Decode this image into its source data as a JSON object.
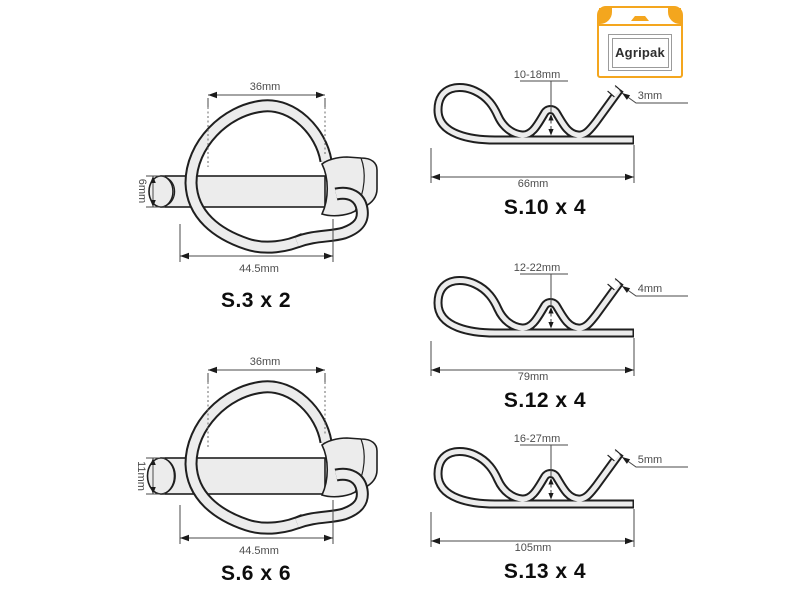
{
  "brand": {
    "name": "Agripak"
  },
  "colors": {
    "accent_orange": "#F4A61E",
    "wire_fill": "#ececec",
    "outline": "#1f1f1f",
    "dimension_line": "#4a4a4a"
  },
  "figures": {
    "lynch_pins": [
      {
        "label": "S.3 x 2",
        "loop_width": "36mm",
        "pin_diameter": "6mm",
        "overall_length": "44.5mm"
      },
      {
        "label": "S.6 x 6",
        "loop_width": "36mm",
        "pin_diameter": "11mm",
        "overall_length": "44.5mm"
      }
    ],
    "r_clips": [
      {
        "label": "S.10 x 4",
        "grip_range": "10-18mm",
        "wire_diameter": "3mm",
        "overall_length": "66mm"
      },
      {
        "label": "S.12 x 4",
        "grip_range": "12-22mm",
        "wire_diameter": "4mm",
        "overall_length": "79mm"
      },
      {
        "label": "S.13 x 4",
        "grip_range": "16-27mm",
        "wire_diameter": "5mm",
        "overall_length": "105mm"
      }
    ]
  }
}
